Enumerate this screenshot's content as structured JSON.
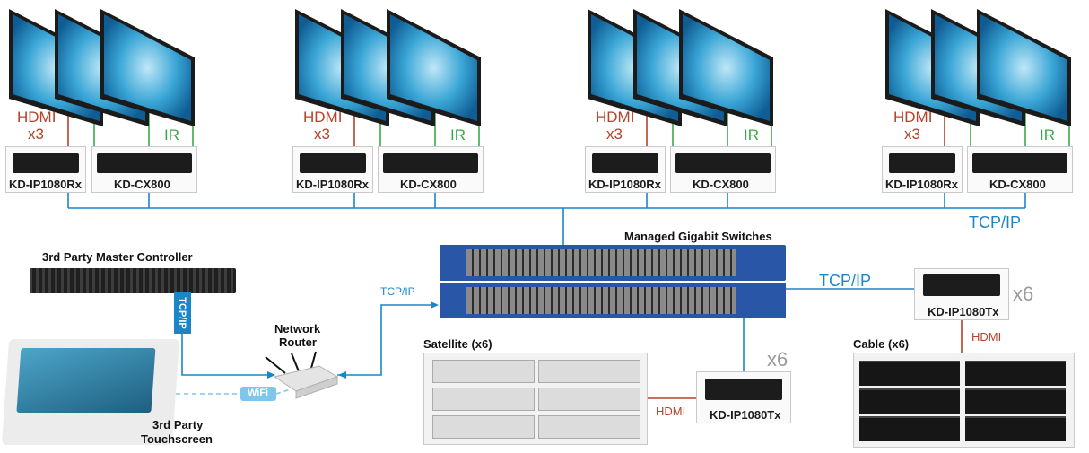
{
  "zones": [
    {
      "hdmi": "HDMI",
      "count": "x3",
      "ir": "IR",
      "rx": "KD-IP1080Rx",
      "cx": "KD-CX800"
    },
    {
      "hdmi": "HDMI",
      "count": "x3",
      "ir": "IR",
      "rx": "KD-IP1080Rx",
      "cx": "KD-CX800"
    },
    {
      "hdmi": "HDMI",
      "count": "x3",
      "ir": "IR",
      "rx": "KD-IP1080Rx",
      "cx": "KD-CX800"
    },
    {
      "hdmi": "HDMI",
      "count": "x3",
      "ir": "IR",
      "rx": "KD-IP1080Rx",
      "cx": "KD-CX800"
    }
  ],
  "network": {
    "tcp_top": "TCP/IP",
    "switch_label": "Managed Gigabit Switches",
    "tcp_router": "TCP/IP",
    "tcp_right": "TCP/IP",
    "tcp_controller": "TCP/IP",
    "wifi": "WiFi"
  },
  "controller": {
    "label": "3rd Party Master Controller"
  },
  "router": {
    "label_line1": "Network",
    "label_line2": "Router"
  },
  "touchscreen": {
    "label_line1": "3rd Party",
    "label_line2": "Touchscreen"
  },
  "satellite": {
    "label": "Satellite (x6)",
    "hdmi": "HDMI",
    "tx": "KD-IP1080Tx",
    "count": "x6"
  },
  "cable": {
    "label": "Cable (x6)",
    "hdmi": "HDMI",
    "tx": "KD-IP1080Tx",
    "count": "x6"
  },
  "colors": {
    "hdmi": "#b5422a",
    "ir": "#3aa84a",
    "network": "#1a86c8",
    "switch": "#2a56a8"
  }
}
